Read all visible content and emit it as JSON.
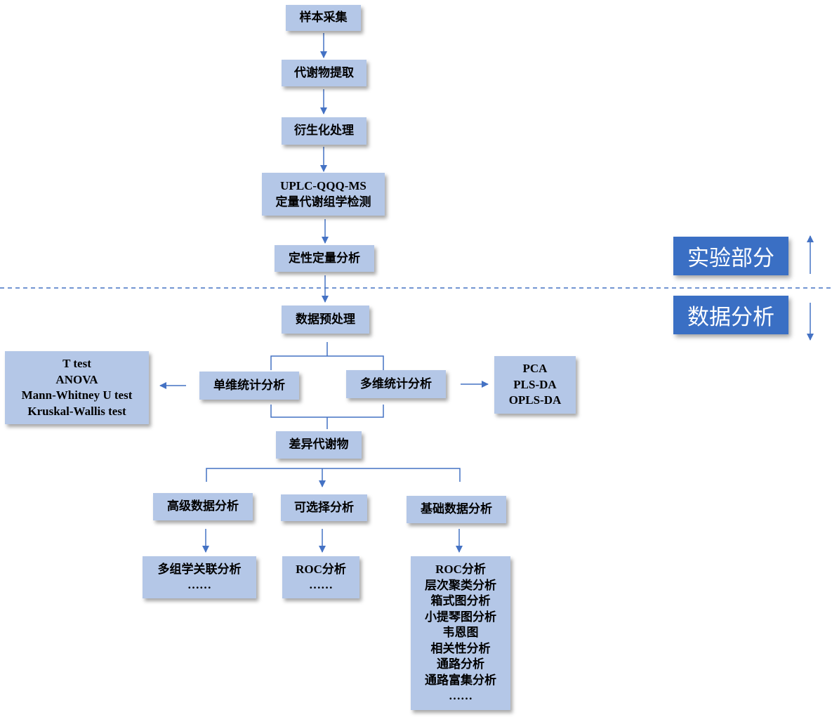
{
  "nodes": {
    "sampling": "样本采集",
    "extraction": "代谢物提取",
    "derivatization": "衍生化处理",
    "detection": [
      "UPLC-QQQ-MS",
      "定量代谢组学检测"
    ],
    "qual_quant": "定性定量分析",
    "preprocess": "数据预处理",
    "univariate": "单维统计分析",
    "multivariate": "多维统计分析",
    "uni_methods": [
      "T test",
      "ANOVA",
      "Mann-Whitney U test",
      "Kruskal-Wallis test"
    ],
    "multi_methods": [
      "PCA",
      "PLS-DA",
      "OPLS-DA"
    ],
    "diff_metabolites": "差异代谢物",
    "advanced": "高级数据分析",
    "optional": "可选择分析",
    "basic": "基础数据分析",
    "advanced_items": [
      "多组学关联分析",
      "……"
    ],
    "optional_items": [
      "ROC分析",
      "……"
    ],
    "basic_items": [
      "ROC分析",
      "层次聚类分析",
      "箱式图分析",
      "小提琴图分析",
      "韦恩图",
      "相关性分析",
      "通路分析",
      "通路富集分析",
      "……"
    ]
  },
  "sections": {
    "experiment": "实验部分",
    "data_analysis": "数据分析"
  },
  "colors": {
    "node_fill": "#b4c7e7",
    "label_fill": "#3a6fc4",
    "line": "#4472c4"
  }
}
